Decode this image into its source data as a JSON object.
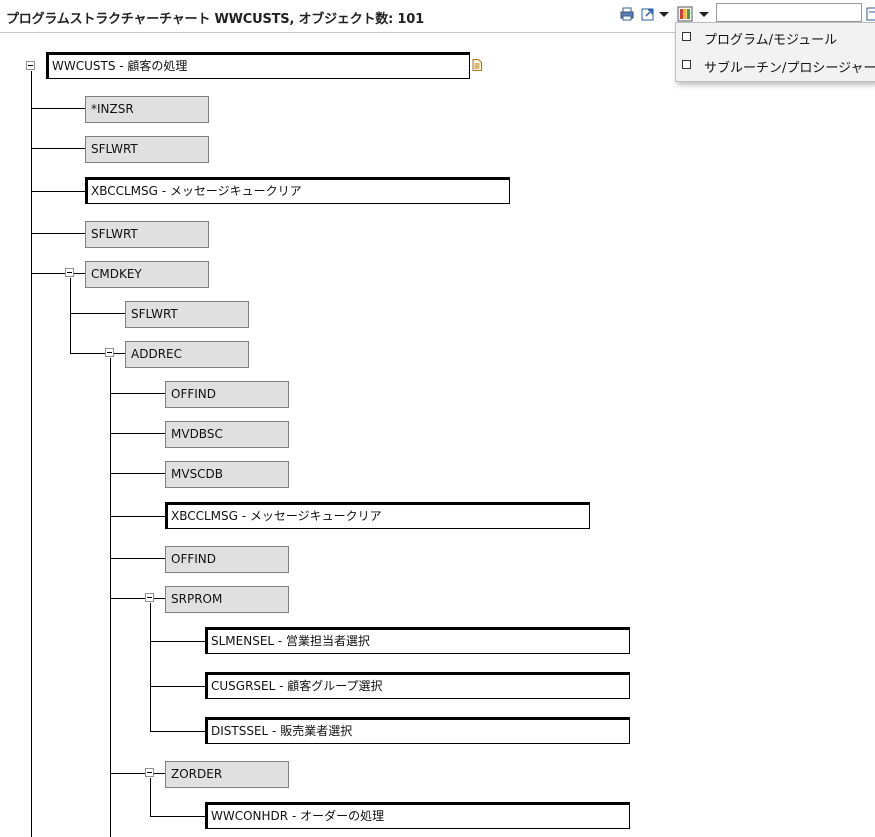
{
  "header": {
    "title": "プログラムストラクチャーチャート WWCUSTS, オブジェクト数: 101",
    "search_value": ""
  },
  "toolbar_icons": [
    "print-icon",
    "export-icon",
    "dropdown-arrow-icon",
    "color-legend-icon",
    "dropdown-arrow-icon"
  ],
  "filter_menu": {
    "items": [
      {
        "label": "プログラム/モジュール",
        "checked": false
      },
      {
        "label": "サブルーチン/プロシージャー",
        "checked": false
      }
    ]
  },
  "tree": {
    "nodes": [
      {
        "label": "WWCUSTS - 顧客の処理",
        "kind": "program"
      },
      {
        "label": "*INZSR",
        "kind": "subroutine"
      },
      {
        "label": "SFLWRT",
        "kind": "subroutine"
      },
      {
        "label": "XBCCLMSG - メッセージキュークリア",
        "kind": "program"
      },
      {
        "label": "SFLWRT",
        "kind": "subroutine"
      },
      {
        "label": "CMDKEY",
        "kind": "subroutine"
      },
      {
        "label": "SFLWRT",
        "kind": "subroutine"
      },
      {
        "label": "ADDREC",
        "kind": "subroutine"
      },
      {
        "label": "OFFIND",
        "kind": "subroutine"
      },
      {
        "label": "MVDBSC",
        "kind": "subroutine"
      },
      {
        "label": "MVSCDB",
        "kind": "subroutine"
      },
      {
        "label": "XBCCLMSG - メッセージキュークリア",
        "kind": "program"
      },
      {
        "label": "OFFIND",
        "kind": "subroutine"
      },
      {
        "label": "SRPROM",
        "kind": "subroutine"
      },
      {
        "label": "SLMENSEL - 営業担当者選択",
        "kind": "program"
      },
      {
        "label": "CUSGRSEL - 顧客グループ選択",
        "kind": "program"
      },
      {
        "label": "DISTSSEL - 販売業者選択",
        "kind": "program"
      },
      {
        "label": "ZORDER",
        "kind": "subroutine"
      },
      {
        "label": "WWCONHDR - オーダーの処理",
        "kind": "program"
      }
    ]
  }
}
